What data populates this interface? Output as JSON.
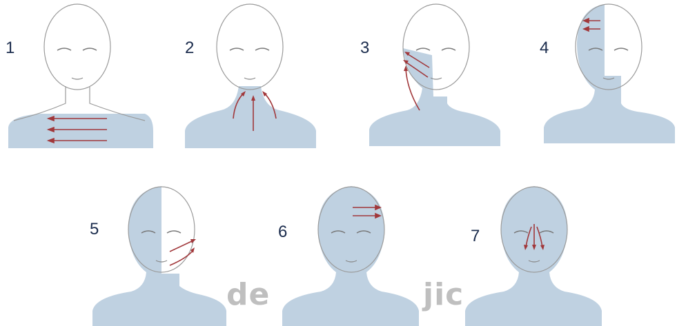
{
  "colors": {
    "skin_highlight": "#bfd1e1",
    "outline": "#9a9a9a",
    "arrow": "#a1373a",
    "number": "#1a2b4c",
    "watermark": "#b9b9b9"
  },
  "steps": [
    {
      "number": "1",
      "area": "chest",
      "arrow_icon": "arrow-left-icon",
      "arrow_count": 3
    },
    {
      "number": "2",
      "area": "neck",
      "arrow_icon": "arrow-up-icon",
      "arrow_count": 3
    },
    {
      "number": "3",
      "area": "right-cheek-neck",
      "arrow_icon": "arrow-up-left-icon",
      "arrow_count": 3
    },
    {
      "number": "4",
      "area": "right-face-forehead",
      "arrow_icon": "arrow-left-icon",
      "arrow_count": 2
    },
    {
      "number": "5",
      "area": "left-cheek",
      "arrow_icon": "arrow-up-right-icon",
      "arrow_count": 2
    },
    {
      "number": "6",
      "area": "forehead",
      "arrow_icon": "arrow-right-icon",
      "arrow_count": 2
    },
    {
      "number": "7",
      "area": "nose",
      "arrow_icon": "arrow-down-icon",
      "arrow_count": 3
    }
  ],
  "watermark": {
    "left": "de",
    "right": "jic"
  }
}
